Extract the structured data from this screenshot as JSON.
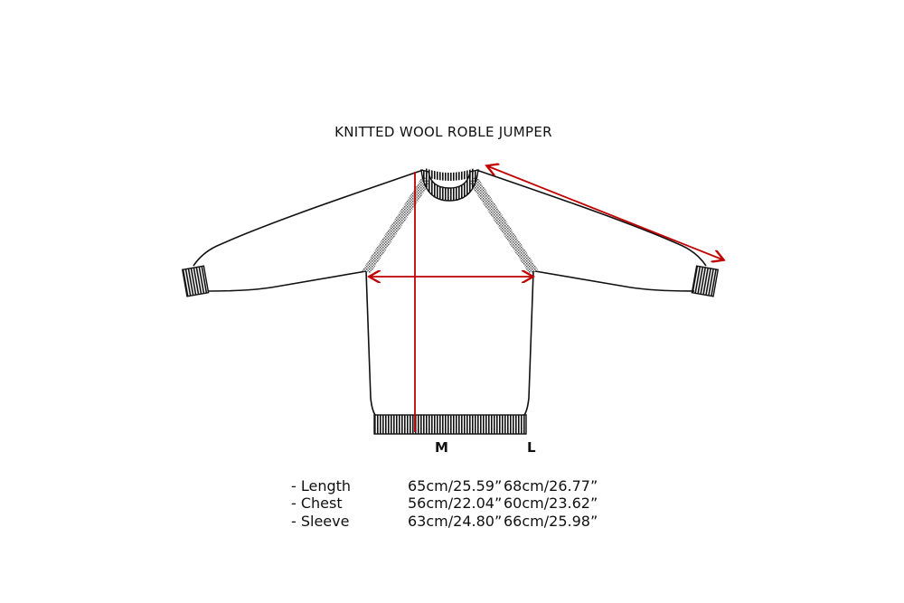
{
  "title": "KNITTED WOOL ROBLE JUMPER",
  "sizes": [
    "M",
    "L"
  ],
  "rows": [
    {
      "label": "- Length",
      "m": "65cm/25.59”",
      "l": "68cm/26.77”"
    },
    {
      "label": "- Chest",
      "m": "56cm/22.04”",
      "l": "60cm/23.62”"
    },
    {
      "label": "- Sleeve",
      "m": "63cm/24.80”",
      "l": "66cm/25.98”"
    }
  ],
  "colors": {
    "measure_line": "#c00000",
    "outline": "#111111"
  }
}
